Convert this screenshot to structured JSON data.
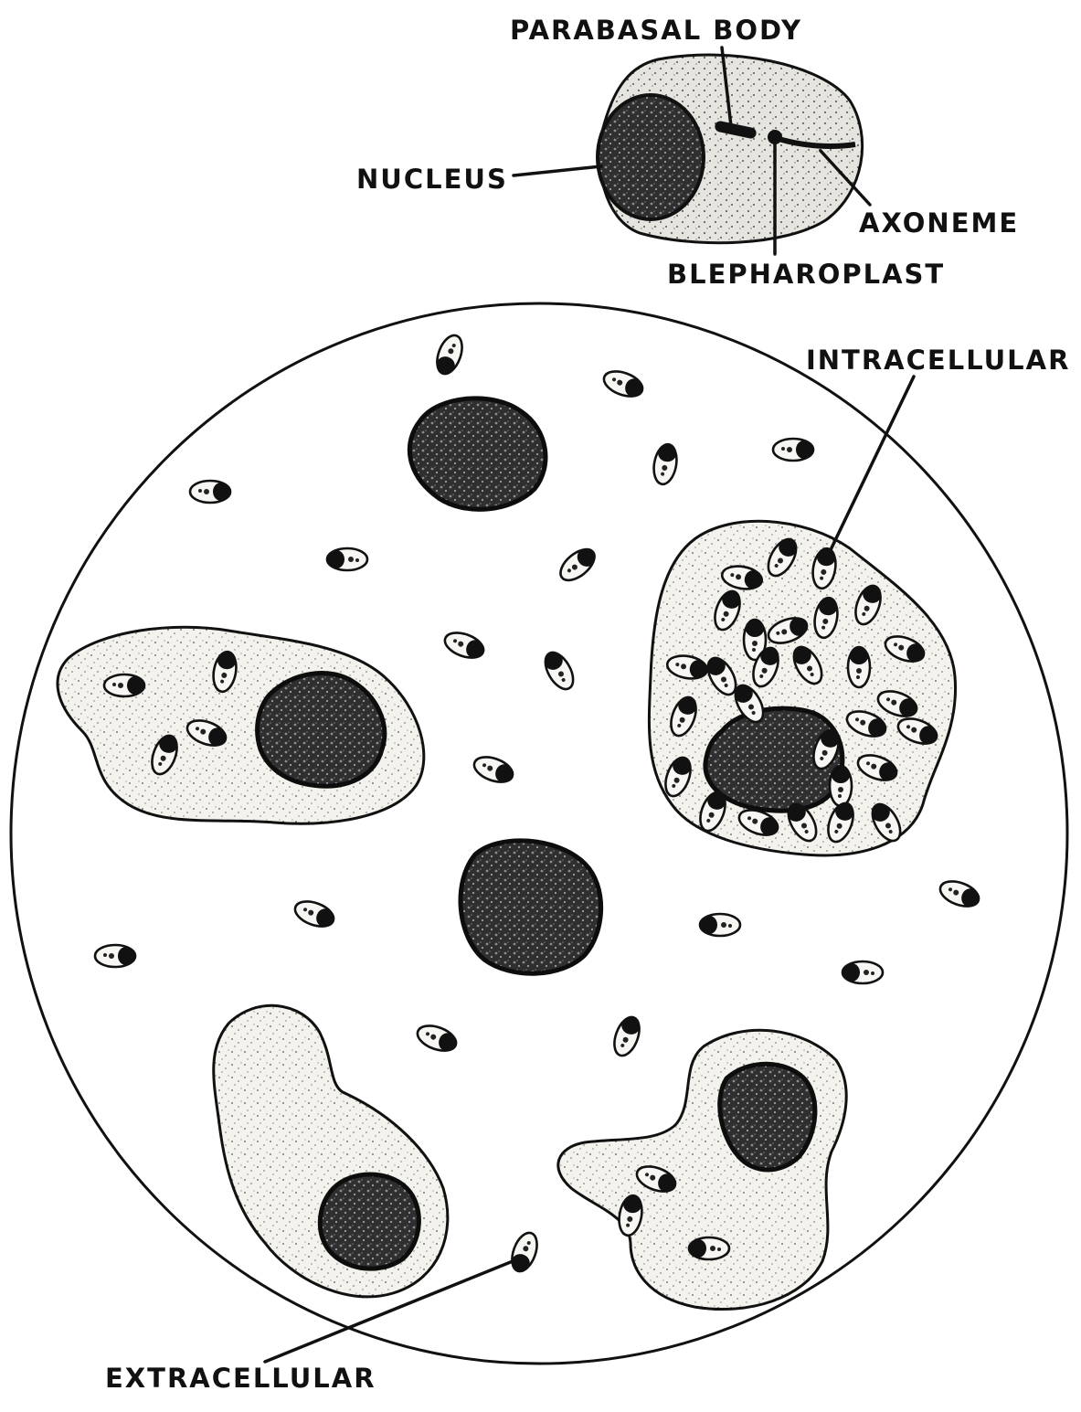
{
  "labels": {
    "parabasal_body": "PARABASAL BODY",
    "nucleus": "NUCLEUS",
    "axoneme": "AXONEME",
    "blepharoplast": "BLEPHAROPLAST",
    "intracellular": "INTRACELLULAR",
    "extracellular": "EXTRACELLULAR"
  }
}
